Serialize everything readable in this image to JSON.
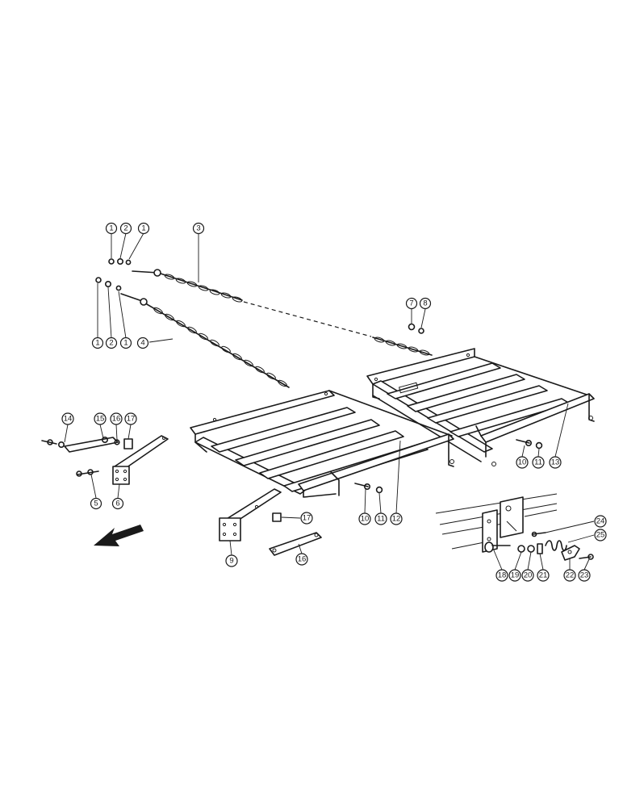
{
  "diagram": {
    "callouts": [
      {
        "id": "c1a",
        "label": "1"
      },
      {
        "id": "c2a",
        "label": "2"
      },
      {
        "id": "c1b",
        "label": "1"
      },
      {
        "id": "c3",
        "label": "3"
      },
      {
        "id": "c1c",
        "label": "1"
      },
      {
        "id": "c2b",
        "label": "2"
      },
      {
        "id": "c1d",
        "label": "1"
      },
      {
        "id": "c4",
        "label": "4"
      },
      {
        "id": "c7",
        "label": "7"
      },
      {
        "id": "c8",
        "label": "8"
      },
      {
        "id": "c14",
        "label": "14"
      },
      {
        "id": "c15",
        "label": "15"
      },
      {
        "id": "c16a",
        "label": "16"
      },
      {
        "id": "c17a",
        "label": "17"
      },
      {
        "id": "c5",
        "label": "5"
      },
      {
        "id": "c6",
        "label": "6"
      },
      {
        "id": "c10a",
        "label": "10"
      },
      {
        "id": "c11a",
        "label": "11"
      },
      {
        "id": "c13",
        "label": "13"
      },
      {
        "id": "c10b",
        "label": "10"
      },
      {
        "id": "c11b",
        "label": "11"
      },
      {
        "id": "c12",
        "label": "12"
      },
      {
        "id": "c17b",
        "label": "17"
      },
      {
        "id": "c9",
        "label": "9"
      },
      {
        "id": "c16b",
        "label": "16"
      },
      {
        "id": "c24",
        "label": "24"
      },
      {
        "id": "c25",
        "label": "25"
      },
      {
        "id": "c18",
        "label": "18"
      },
      {
        "id": "c19",
        "label": "19"
      },
      {
        "id": "c20",
        "label": "20"
      },
      {
        "id": "c21",
        "label": "21"
      },
      {
        "id": "c22",
        "label": "22"
      },
      {
        "id": "c23",
        "label": "23"
      }
    ]
  }
}
